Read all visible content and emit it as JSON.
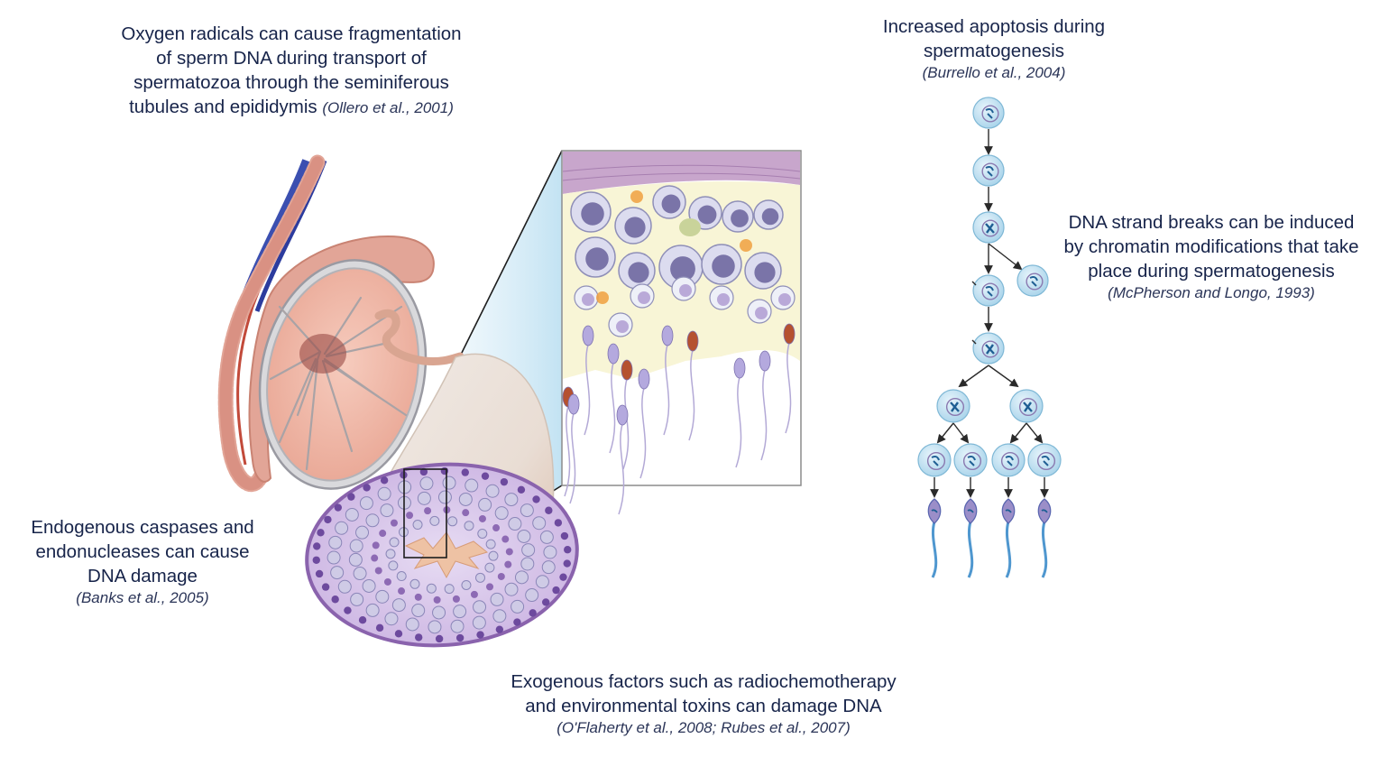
{
  "figure": {
    "title_hidden": "Causes of sperm DNA damage",
    "colors": {
      "text": "#17244a",
      "citation": "#2b3558",
      "cell_fill": "#bfe0f0",
      "cell_stroke": "#7fb8d6",
      "nucleus_stroke": "#8a79b0",
      "chromatin": "#1f5f94",
      "sperm_head": "#9b8ec8",
      "sperm_tail": "#4f97cf",
      "testis_tissue": "#f0b9a8",
      "tubule_fill": "#d9c8ec",
      "tubule_border": "#8a63ad",
      "inset_bg": "#fbfbe8"
    }
  },
  "annotations": {
    "oxygen_radicals": {
      "lines": [
        "Oxygen radicals can cause fragmentation",
        "of sperm DNA during transport of",
        "spermatozoa through the seminiferous",
        "tubules and epididymis"
      ],
      "citation": "(Ollero et al., 2001)"
    },
    "apoptosis": {
      "lines": [
        "Increased apoptosis during",
        "spermatogenesis"
      ],
      "citation": "(Burrello et al., 2004)"
    },
    "strand_breaks": {
      "lines": [
        "DNA strand breaks can be induced",
        "by chromatin modifications that take",
        "place during spermatogenesis"
      ],
      "citation": "(McPherson and Longo, 1993)"
    },
    "caspases": {
      "lines": [
        "Endogenous caspases and",
        "endonucleases can cause",
        "DNA damage"
      ],
      "citation": "(Banks et al., 2005)"
    },
    "exogenous": {
      "lines": [
        "Exogenous factors such as radiochemotherapy",
        "and environmental toxins can damage DNA"
      ],
      "citation": "(O'Flaherty et al., 2008; Rubes et al., 2007)"
    }
  },
  "spermatogenesis_diagram": {
    "stages": [
      "spermatogonium",
      "spermatogonium",
      "primary spermatocyte",
      "primary spermatocyte",
      "primary spermatocyte",
      "secondary spermatocytes",
      "spermatids",
      "spermatozoa"
    ],
    "apoptotic_branch_cell": "apoptotic cell",
    "final_sperm_count": 4
  }
}
